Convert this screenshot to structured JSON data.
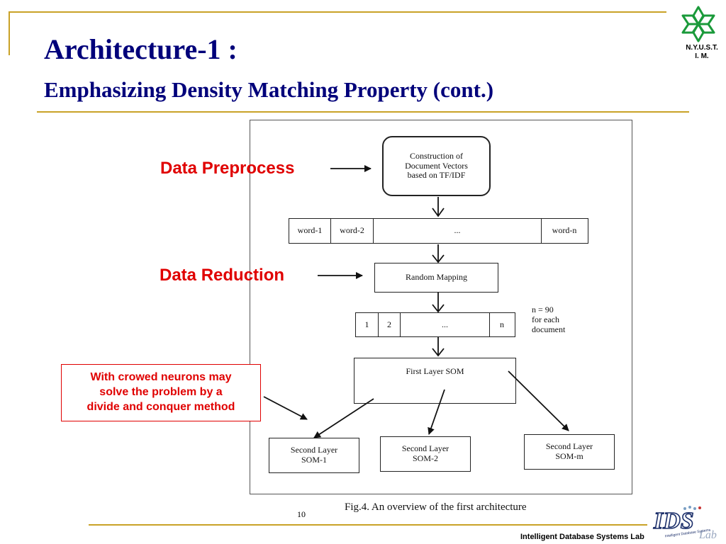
{
  "slide": {
    "title": "Architecture-1 :",
    "subtitle": "Emphasizing Density Matching Property (cont.)",
    "page_number": "10",
    "footer": "Intelligent Database Systems Lab"
  },
  "logo": {
    "line1": "N.Y.U.S.T.",
    "line2": "I. M.",
    "color": "#1a9a3a"
  },
  "ids_logo": {
    "letters": "IDS",
    "script": "Lab",
    "tagline": "Intelligent Database Systems"
  },
  "labels": {
    "data_preprocess": "Data Preprocess",
    "data_reduction": "Data Reduction",
    "note_lines": [
      "With crowed neurons may",
      "solve the problem by a",
      "divide and conquer method"
    ]
  },
  "figure": {
    "construction_lines": [
      "Construction of",
      "Document Vectors",
      "based on TF/IDF"
    ],
    "word_cells": [
      "word-1",
      "word-2",
      "...",
      "word-n"
    ],
    "random_mapping": "Random Mapping",
    "reduced_cells": [
      "1",
      "2",
      "...",
      "n"
    ],
    "n_note_lines": [
      "n = 90",
      "for each",
      "document"
    ],
    "first_layer": "First Layer SOM",
    "second_layers": [
      {
        "line1": "Second Layer",
        "line2": "SOM-1"
      },
      {
        "line1": "Second Layer",
        "line2": "SOM-2"
      },
      {
        "line1": "Second Layer",
        "line2": "SOM-m"
      }
    ],
    "caption": "Fig.4. An overview of the first architecture"
  },
  "colors": {
    "title": "#00007a",
    "rule": "#c9a227",
    "label_red": "#e00000"
  }
}
